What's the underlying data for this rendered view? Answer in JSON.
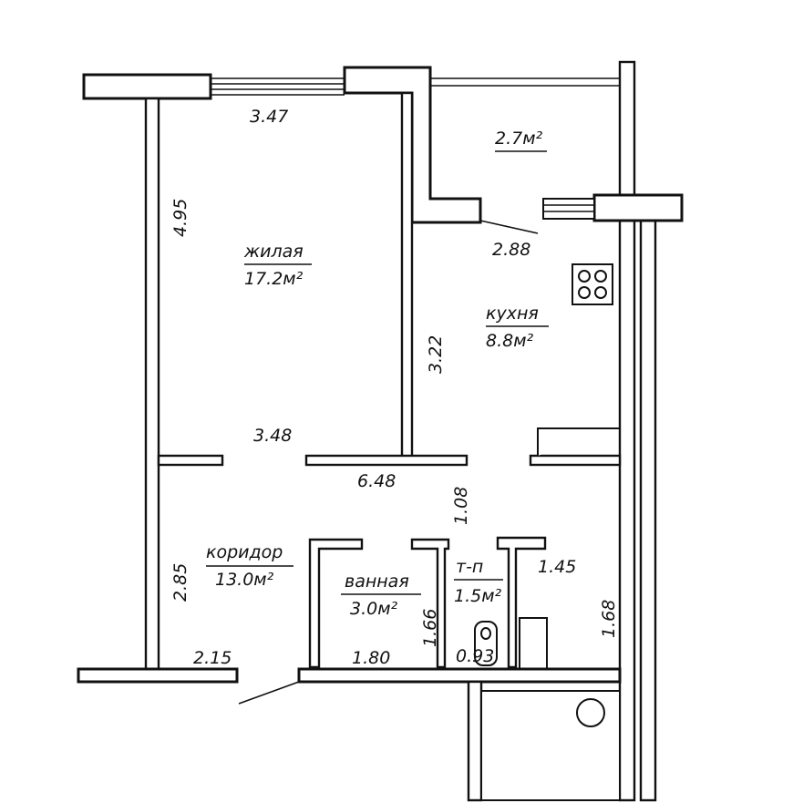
{
  "rooms": {
    "living": {
      "name": "жилая",
      "area": "17.2м²"
    },
    "kitchen": {
      "name": "кухня",
      "area": "8.8м²"
    },
    "balcony": {
      "area": "2.7м²"
    },
    "corridor": {
      "name": "коридор",
      "area": "13.0м²"
    },
    "bathroom": {
      "name": "ванная",
      "area": "3.0м²"
    },
    "toilet": {
      "name": "т-п",
      "area": "1.5м²"
    }
  },
  "dimensions": {
    "living_width_top": "3.47",
    "living_height": "4.95",
    "living_width_bottom": "3.48",
    "kitchen_width": "2.88",
    "kitchen_height": "3.22",
    "corridor_length": "6.48",
    "corridor_gap": "1.08",
    "corridor_height": "2.85",
    "corridor_bottom_width": "2.15",
    "bathroom_width": "1.80",
    "bathroom_height": "1.66",
    "toilet_width": "0.93",
    "toilet_height": "1.45",
    "hall_height": "1.68"
  }
}
